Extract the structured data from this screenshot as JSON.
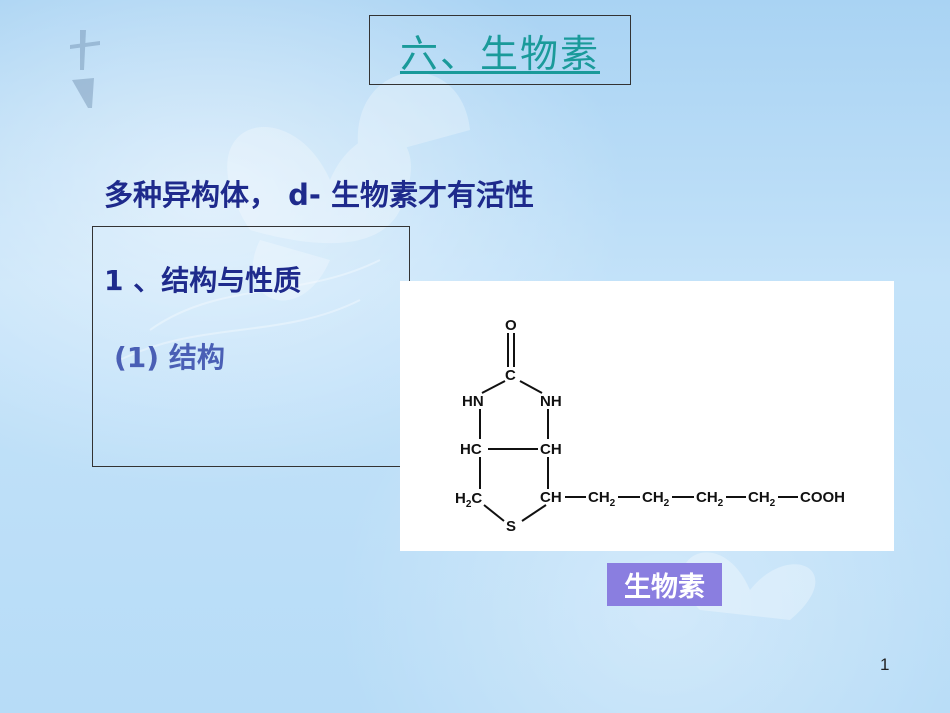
{
  "slide": {
    "title": "六、生物素",
    "statement": "多种异构体， d- 生物素才有活性",
    "section_title": "1 、结构与性质",
    "subsection": "(1)  结构",
    "caption": "生物素",
    "page_number": "1"
  },
  "structure": {
    "o": "O",
    "c": "C",
    "hn": "HN",
    "nh": "NH",
    "hc": "HC",
    "ch": "CH",
    "h2c_h": "H",
    "h2c_sub": "2",
    "h2c_c": "C",
    "s": "S",
    "ch_chain": "CH",
    "ch2_c": "CH",
    "ch2_sub": "2",
    "cooh": "COOH"
  },
  "colors": {
    "title": "#1a9a9a",
    "body_text": "#1e2a8c",
    "caption_bg": "#8a7ee0"
  }
}
